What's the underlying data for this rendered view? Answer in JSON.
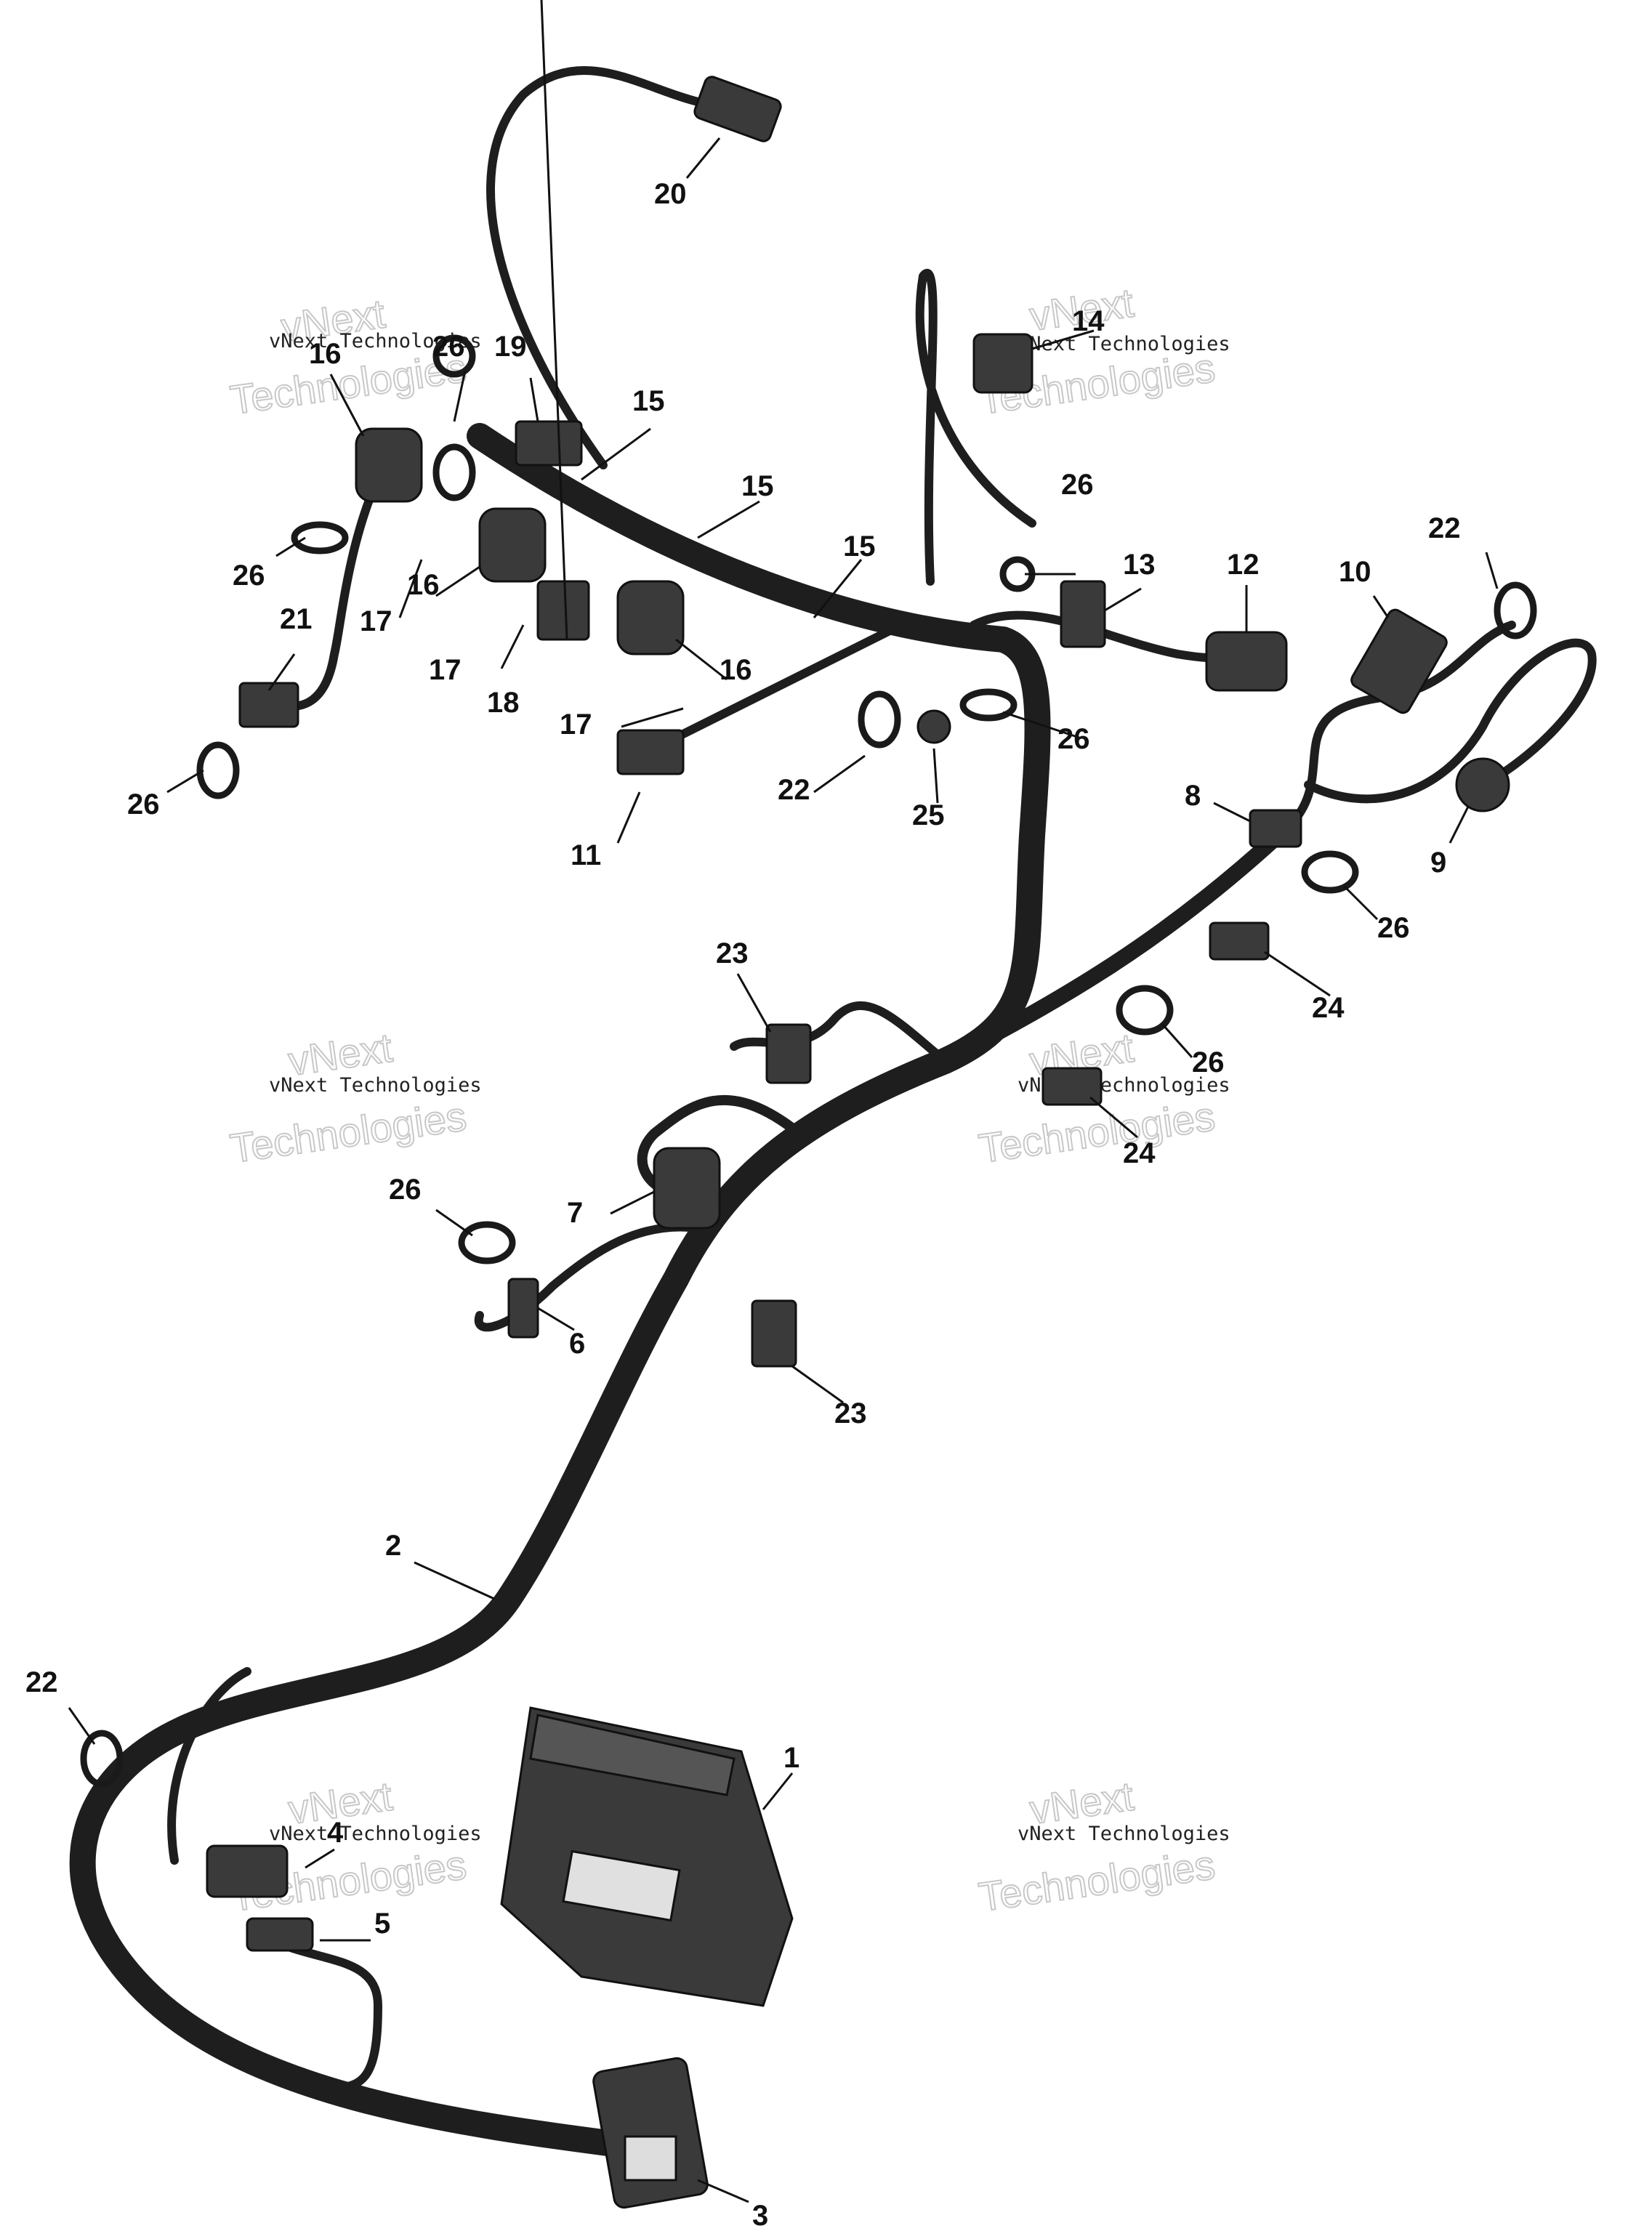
{
  "callouts": [
    {
      "id": "c1",
      "text": "1"
    },
    {
      "id": "c2",
      "text": "2"
    },
    {
      "id": "c3",
      "text": "3"
    },
    {
      "id": "c4",
      "text": "4"
    },
    {
      "id": "c5",
      "text": "5"
    },
    {
      "id": "c6",
      "text": "6"
    },
    {
      "id": "c7",
      "text": "7"
    },
    {
      "id": "c8",
      "text": "8"
    },
    {
      "id": "c9",
      "text": "9"
    },
    {
      "id": "c10",
      "text": "10"
    },
    {
      "id": "c11",
      "text": "11"
    },
    {
      "id": "c12",
      "text": "12"
    },
    {
      "id": "c13",
      "text": "13"
    },
    {
      "id": "c14",
      "text": "14"
    },
    {
      "id": "c15a",
      "text": "15"
    },
    {
      "id": "c15b",
      "text": "15"
    },
    {
      "id": "c15c",
      "text": "15"
    },
    {
      "id": "c16a",
      "text": "16"
    },
    {
      "id": "c16b",
      "text": "16"
    },
    {
      "id": "c16c",
      "text": "16"
    },
    {
      "id": "c17a",
      "text": "17"
    },
    {
      "id": "c17b",
      "text": "17"
    },
    {
      "id": "c17c",
      "text": "17"
    },
    {
      "id": "c18",
      "text": "18"
    },
    {
      "id": "c19",
      "text": "19"
    },
    {
      "id": "c20",
      "text": "20"
    },
    {
      "id": "c21",
      "text": "21"
    },
    {
      "id": "c22a",
      "text": "22"
    },
    {
      "id": "c22b",
      "text": "22"
    },
    {
      "id": "c22c",
      "text": "22"
    },
    {
      "id": "c23a",
      "text": "23"
    },
    {
      "id": "c23b",
      "text": "23"
    },
    {
      "id": "c24a",
      "text": "24"
    },
    {
      "id": "c24b",
      "text": "24"
    },
    {
      "id": "c25",
      "text": "25"
    },
    {
      "id": "c26a",
      "text": "26"
    },
    {
      "id": "c26b",
      "text": "26"
    },
    {
      "id": "c26c",
      "text": "26"
    },
    {
      "id": "c26d",
      "text": "26"
    },
    {
      "id": "c26e",
      "text": "26"
    },
    {
      "id": "c26f",
      "text": "26"
    },
    {
      "id": "c26g",
      "text": "26"
    },
    {
      "id": "c26h",
      "text": "26"
    }
  ],
  "watermark": {
    "line1": "vNext",
    "line2": "vNext Technologies",
    "line3": "Technologies"
  },
  "colors": {
    "line": "#1e1e1e",
    "part": "#3a3a3a",
    "background": "#ffffff",
    "watermark": "#c8c8c8"
  }
}
